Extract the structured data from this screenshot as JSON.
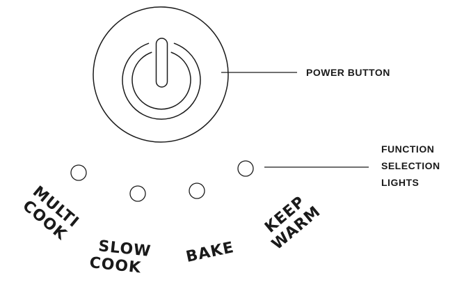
{
  "power_button": {
    "icon": "power-icon",
    "callout_label": "POWER BUTTON"
  },
  "function_lights": {
    "callout_lines": [
      "FUNCTION",
      "SELECTION",
      "LIGHTS"
    ]
  },
  "functions": [
    {
      "line1": "MULTI",
      "line2": "COOK"
    },
    {
      "line1": "SLOW",
      "line2": "COOK"
    },
    {
      "line1": "BAKE",
      "line2": ""
    },
    {
      "line1": "KEEP",
      "line2": "WARM"
    }
  ]
}
